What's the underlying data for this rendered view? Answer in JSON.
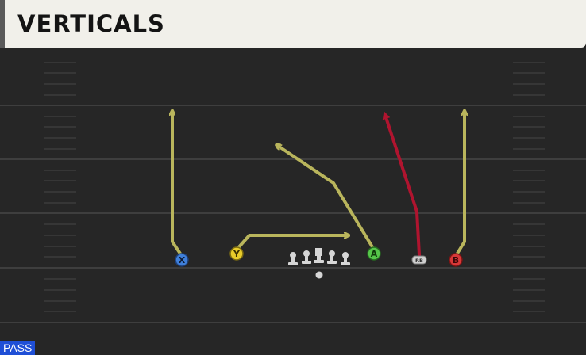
{
  "play": {
    "title": "VERTICALS",
    "type_badge": "PASS"
  },
  "players": {
    "x": {
      "label": "X",
      "color": "#3f7fd9"
    },
    "y": {
      "label": "Y",
      "color": "#e8cc2a"
    },
    "a": {
      "label": "A",
      "color": "#56c64a"
    },
    "rb": {
      "label": "RB",
      "color": "#cfcfcf"
    },
    "b": {
      "label": "B",
      "color": "#d83838"
    }
  },
  "colors": {
    "route": "#b9b55c",
    "primary_route": "#b0142f",
    "field": "#262626",
    "yard_line": "#3e3e3e",
    "badge": "#1f4fd6"
  }
}
